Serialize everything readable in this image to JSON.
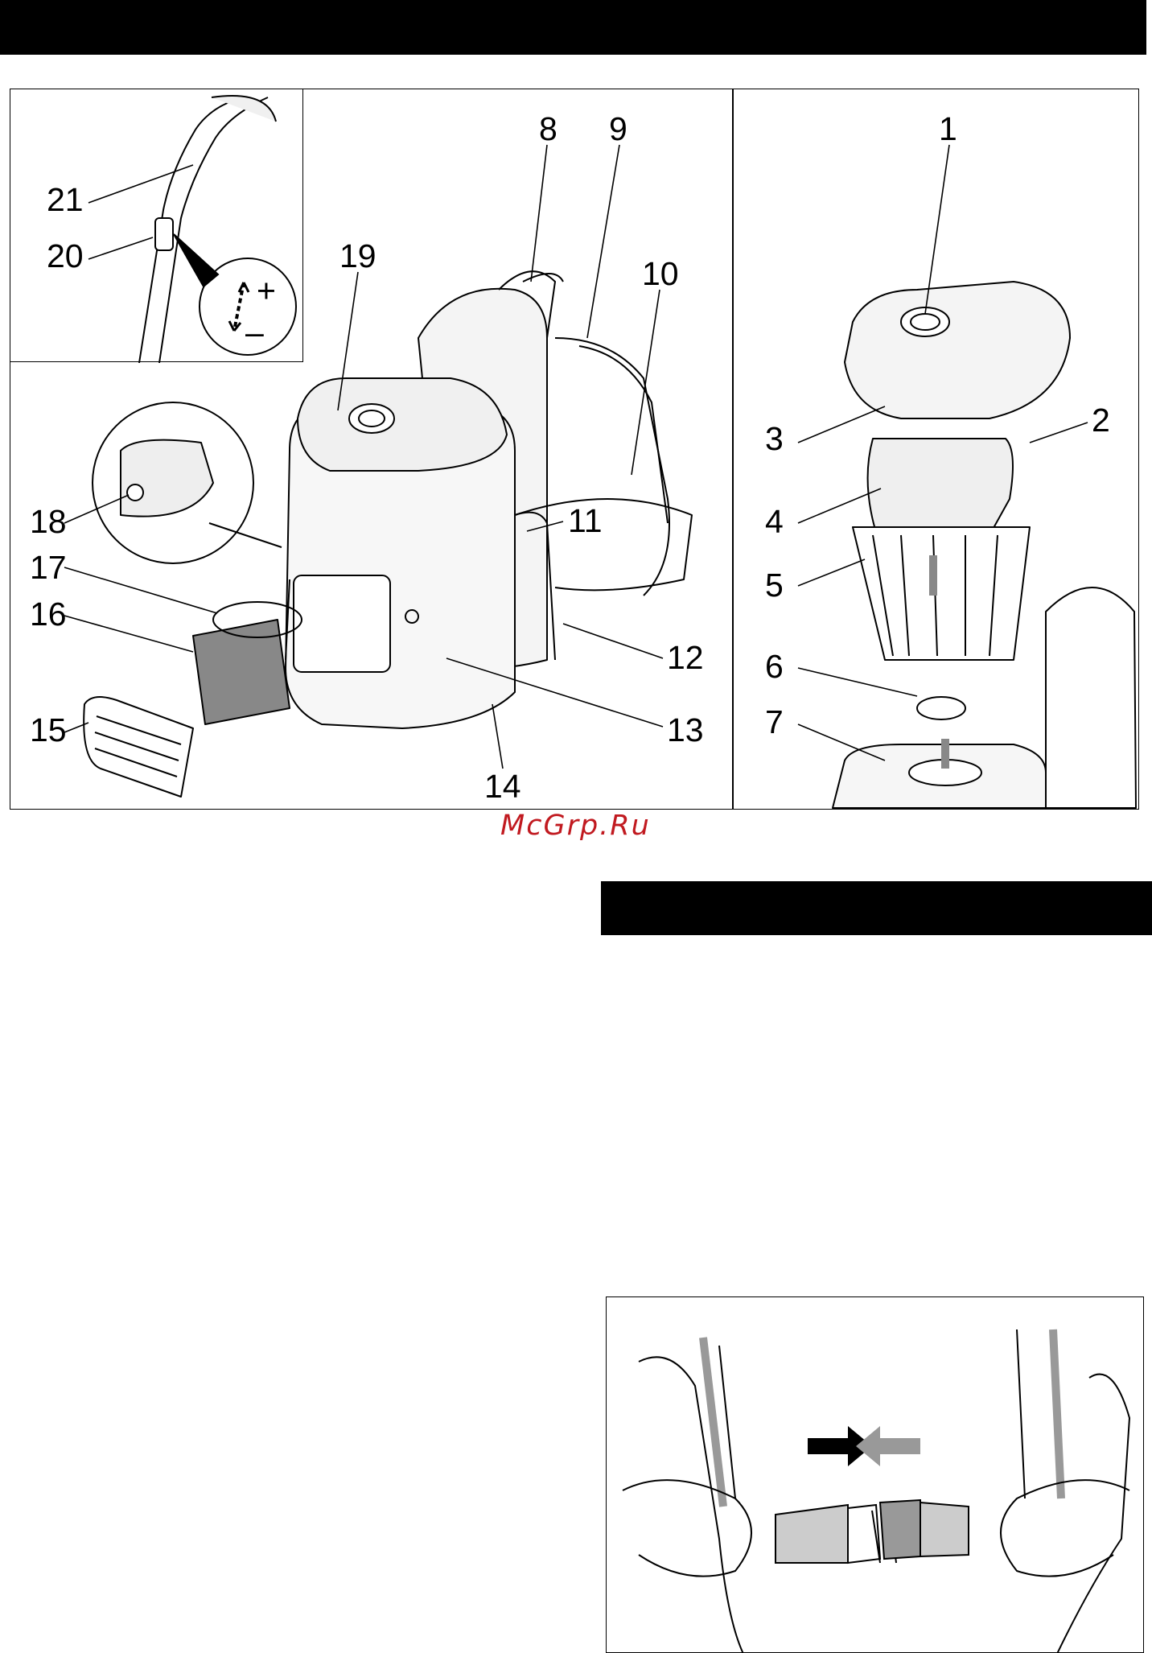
{
  "figure": {
    "labels": [
      "1",
      "2",
      "3",
      "4",
      "5",
      "6",
      "7",
      "8",
      "9",
      "10",
      "11",
      "12",
      "13",
      "14",
      "15",
      "16",
      "17",
      "18",
      "19",
      "20",
      "21"
    ],
    "adjust_plus": "+",
    "adjust_minus": "–"
  },
  "watermark": "McGrp.Ru"
}
